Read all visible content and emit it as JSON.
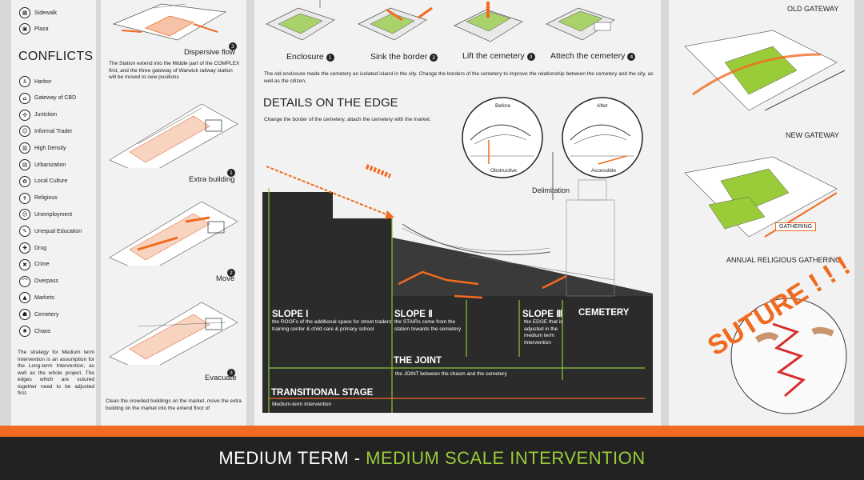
{
  "legend_top": [
    {
      "icon": "sidewalk-icon",
      "glyph": "▦",
      "label": "Sidewalk"
    },
    {
      "icon": "plaza-icon",
      "glyph": "▣",
      "label": "Plaza"
    }
  ],
  "conflicts": {
    "title": "CONFLICTS",
    "items": [
      {
        "icon": "harbor-icon",
        "glyph": "⚓",
        "label": "Harbor"
      },
      {
        "icon": "gateway-icon",
        "glyph": "⌂",
        "label": "Gateway of CBD"
      },
      {
        "icon": "junction-icon",
        "glyph": "✣",
        "label": "Juntction"
      },
      {
        "icon": "trader-icon",
        "glyph": "☺",
        "label": "Informal Trader"
      },
      {
        "icon": "density-icon",
        "glyph": "▥",
        "label": "High Density"
      },
      {
        "icon": "urbanization-icon",
        "glyph": "▤",
        "label": "Urbanization"
      },
      {
        "icon": "culture-icon",
        "glyph": "✿",
        "label": "Local Culture"
      },
      {
        "icon": "religious-icon",
        "glyph": "✝",
        "label": "Religious"
      },
      {
        "icon": "unemployment-icon",
        "glyph": "☹",
        "label": "Unemployment"
      },
      {
        "icon": "education-icon",
        "glyph": "✎",
        "label": "Unequal Education"
      },
      {
        "icon": "drug-icon",
        "glyph": "✚",
        "label": "Drug"
      },
      {
        "icon": "crime-icon",
        "glyph": "✖",
        "label": "Crime"
      },
      {
        "icon": "overpass-icon",
        "glyph": "⌒",
        "label": "Overpass"
      },
      {
        "icon": "markets-icon",
        "glyph": "▲",
        "label": "Markets"
      },
      {
        "icon": "cemetery-icon",
        "glyph": "☗",
        "label": "Cemetery"
      },
      {
        "icon": "chaos-icon",
        "glyph": "✺",
        "label": "Chaos"
      }
    ],
    "strategy": "The strategy for Medium term Intervention is an assumption for the Long-term Intervention, as well as the whole project. The edges which are sutured together need to be adjusted first."
  },
  "col2": {
    "steps": [
      {
        "num": "3",
        "label": "Dispersive flow"
      },
      {
        "num": "1",
        "label": "Extra building"
      },
      {
        "num": "2",
        "label": "Move"
      },
      {
        "num": "3",
        "label": "Evacuate"
      }
    ],
    "desc1": "The Station extend into the Middle part of the COMPLEX first, and the three gateway of Warwick railway station will be moved to new positions",
    "desc2": "Clean the crowded buildings on the market, move the extra building on the market into the extend floor of"
  },
  "col3": {
    "stages": [
      {
        "label": "Enclosure",
        "num": "1"
      },
      {
        "label": "Sink the border",
        "num": "2"
      },
      {
        "label": "Lift the cemetery",
        "num": "3"
      },
      {
        "label": "Attech the cemetery",
        "num": "4"
      }
    ],
    "stages_desc": "The old enclosure made the cemetery an isolated island in the city. Change the borders of the cemetery to improve the relationship between the cemetery and the city, as well as the citizen.",
    "details_title": "DETAILS ON THE EDGE",
    "details_desc": "Change the border of the cemetery, attach the cemetery with the market.",
    "before": "Before",
    "after": "After",
    "obstructive": "Obstructive",
    "accessible": "Accessible",
    "delimitation": "Delimitation",
    "slope1_title": "SLOPE Ⅰ",
    "slope1_desc": "the ROOFs of the additional space for street traders' training center & child care & primary school",
    "slope2_title": "SLOPE Ⅱ",
    "slope2_desc": "the STAIRs come from the station towards the cemetery",
    "slope3_title": "SLOPE Ⅲ",
    "slope3_desc": "the EDGE that is adjusted in the medium term Intervention",
    "cemetery": "CEMETERY",
    "joint_title": "THE JOINT",
    "joint_desc": "the JOINT between the chasm and the cemetery",
    "transitional_title": "TRANSITIONAL STAGE",
    "transitional_desc": "Medium-term Intervention"
  },
  "col4": {
    "old_gateway": "OLD GATEWAY",
    "new_gateway": "NEW GATEWAY",
    "gathering": "GATHERING",
    "annual": "ANNUAL RELIGIOUS GATHERING",
    "suture": "SUTURE ! ! !"
  },
  "footer": {
    "part1": "MEDIUM TERM - ",
    "part2": "MEDIUM SCALE INTERVENTION"
  },
  "colors": {
    "orange": "#f06a1f",
    "green": "#9acc3a",
    "dark": "#2a2a2a"
  }
}
